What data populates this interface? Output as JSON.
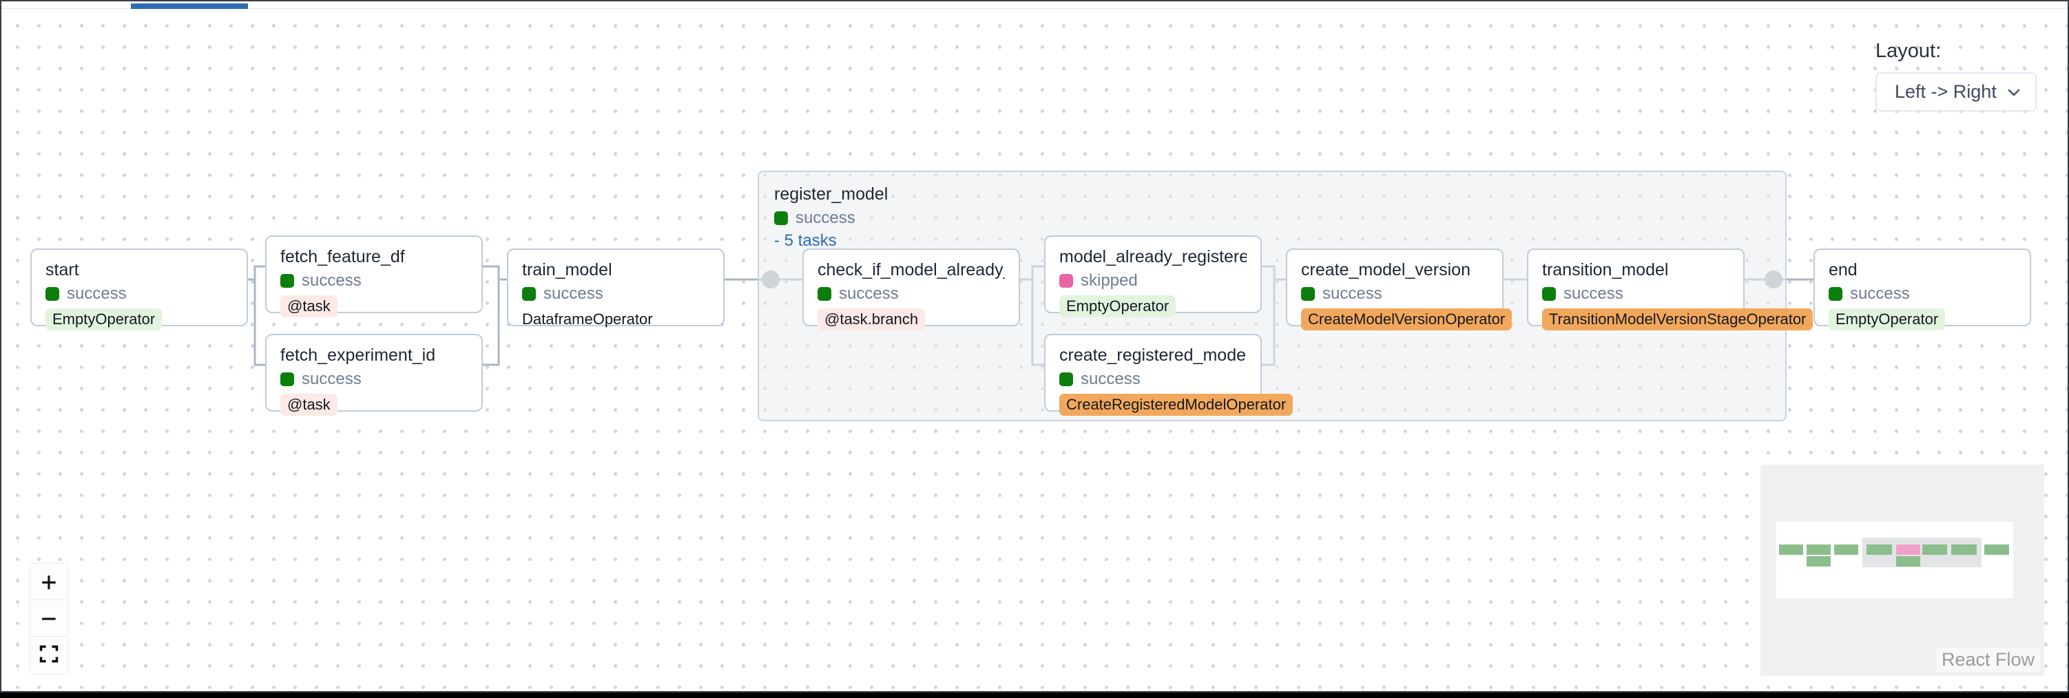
{
  "window": {
    "tab_indicator_color": "#2e6db4"
  },
  "layout_panel": {
    "label": "Layout:",
    "selected_option": "Left -> Right"
  },
  "graph": {
    "group": {
      "title": "register_model",
      "status": "success",
      "tasks_link": "- 5 tasks"
    },
    "nodes": [
      {
        "id": "start",
        "title": "start",
        "status": "success",
        "operator": "EmptyOperator",
        "operator_style": "green"
      },
      {
        "id": "fetch_feature_df",
        "title": "fetch_feature_df",
        "status": "success",
        "operator": "@task",
        "operator_style": "red"
      },
      {
        "id": "fetch_experiment_id",
        "title": "fetch_experiment_id",
        "status": "success",
        "operator": "@task",
        "operator_style": "red"
      },
      {
        "id": "train_model",
        "title": "train_model",
        "status": "success",
        "operator": "DataframeOperator",
        "operator_style": "plain"
      },
      {
        "id": "check_if_model_already_registered",
        "title": "check_if_model_already_regis...",
        "status": "success",
        "operator": "@task.branch",
        "operator_style": "red"
      },
      {
        "id": "model_already_registered",
        "title": "model_already_registered",
        "status": "skipped",
        "operator": "EmptyOperator",
        "operator_style": "green"
      },
      {
        "id": "create_registered_model",
        "title": "create_registered_model",
        "status": "success",
        "operator": "CreateRegisteredModelOperator",
        "operator_style": "orange"
      },
      {
        "id": "create_model_version",
        "title": "create_model_version",
        "status": "success",
        "operator": "CreateModelVersionOperator",
        "operator_style": "orange"
      },
      {
        "id": "transition_model",
        "title": "transition_model",
        "status": "success",
        "operator": "TransitionModelVersionStageOperator",
        "operator_style": "orange"
      },
      {
        "id": "end",
        "title": "end",
        "status": "success",
        "operator": "EmptyOperator",
        "operator_style": "green"
      }
    ],
    "status_colors": {
      "success": "#0b7e0b",
      "skipped": "#ed64a6"
    },
    "edge_color": "#a9b7c6",
    "badge_colors": {
      "green": "#e3f4de",
      "red": "#fde9e5",
      "orange": "#f2a85c"
    }
  },
  "controls": {
    "zoom_in_label": "+",
    "zoom_out_label": "−"
  },
  "minimap": {
    "colors": {
      "background": "#f0f0f1",
      "viewport": "#ffffff",
      "group": "#e3e4e6",
      "node": "#8cbe8c",
      "skipped_node": "#f2a2ca"
    }
  },
  "attribution": "React Flow"
}
